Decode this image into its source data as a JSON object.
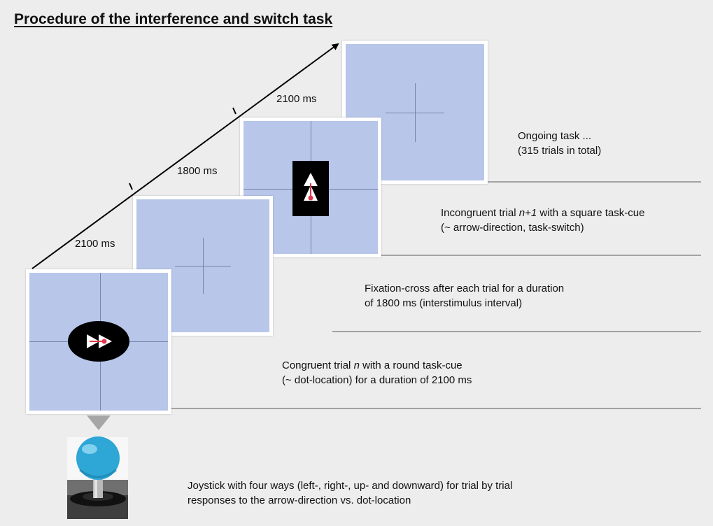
{
  "title": "Procedure of the interference and switch task",
  "arrow_labels": {
    "first": "2100 ms",
    "second": "1800 ms",
    "third": "2100 ms"
  },
  "steps": {
    "ongoing": {
      "line1": "Ongoing task ...",
      "line2": "(315 trials in total)"
    },
    "incongruent": {
      "line1_pre": "Incongruent trial ",
      "line1_italic": "n+1",
      "line1_post": " with a square task-cue",
      "line2": "(~ arrow-direction, task-switch)"
    },
    "fixation": {
      "line1": "Fixation-cross after each trial for a duration",
      "line2": "of 1800 ms (interstimulus interval)"
    },
    "congruent": {
      "line1_pre": "Congruent trial ",
      "line1_italic": "n",
      "line1_post": " with a round task-cue",
      "line2": "(~ dot-location) for a duration of 2100 ms"
    },
    "joystick": {
      "line1": "Joystick with four ways (left-, right-, up- and downward) for trial by trial",
      "line2": "responses to the arrow-direction vs. dot-location"
    }
  },
  "colors": {
    "screen_fill": "#b8c6ea",
    "screen_lines": "#7484ab",
    "cue_fill": "#000000",
    "dot": "#e0394d",
    "joystick_ball": "#2ea6d6"
  },
  "icons": [
    "timeline-arrow",
    "down-triangle-icon",
    "joystick-image"
  ]
}
